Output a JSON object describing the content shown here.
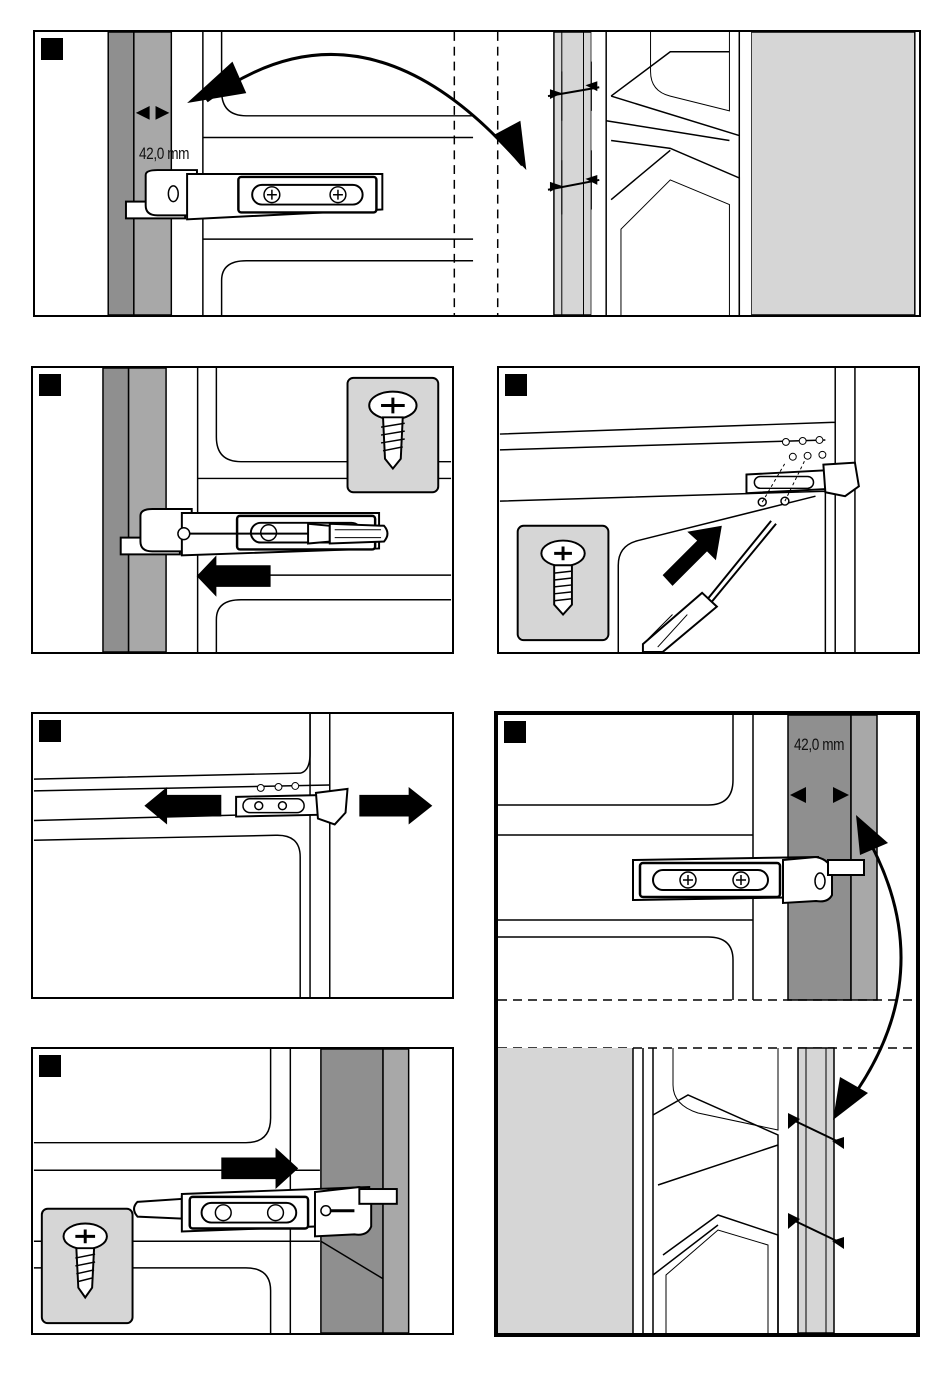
{
  "panels": [
    {
      "id": "p1",
      "name": "panel-1-measure-and-mark",
      "dimension_label": "42,0 mm"
    },
    {
      "id": "p2",
      "name": "panel-2-unscrew-hinge",
      "dimension_label": ""
    },
    {
      "id": "p3",
      "name": "panel-3-mount-hinge",
      "dimension_label": ""
    },
    {
      "id": "p4",
      "name": "panel-4-adjust-hinge",
      "dimension_label": ""
    },
    {
      "id": "p5",
      "name": "panel-5-fix-hinge",
      "dimension_label": ""
    },
    {
      "id": "p6",
      "name": "panel-6-measure-opposite-side",
      "dimension_label": "42,0 mm"
    }
  ],
  "colors": {
    "dark_gray": "#8f8f8f",
    "mid_gray": "#a8a8a8",
    "light_gray": "#d6d6d6",
    "outline": "#000000",
    "background": "#ffffff"
  },
  "icons": [
    "screw-icon",
    "screwdriver-icon",
    "arrow-icon",
    "hinge-icon"
  ]
}
